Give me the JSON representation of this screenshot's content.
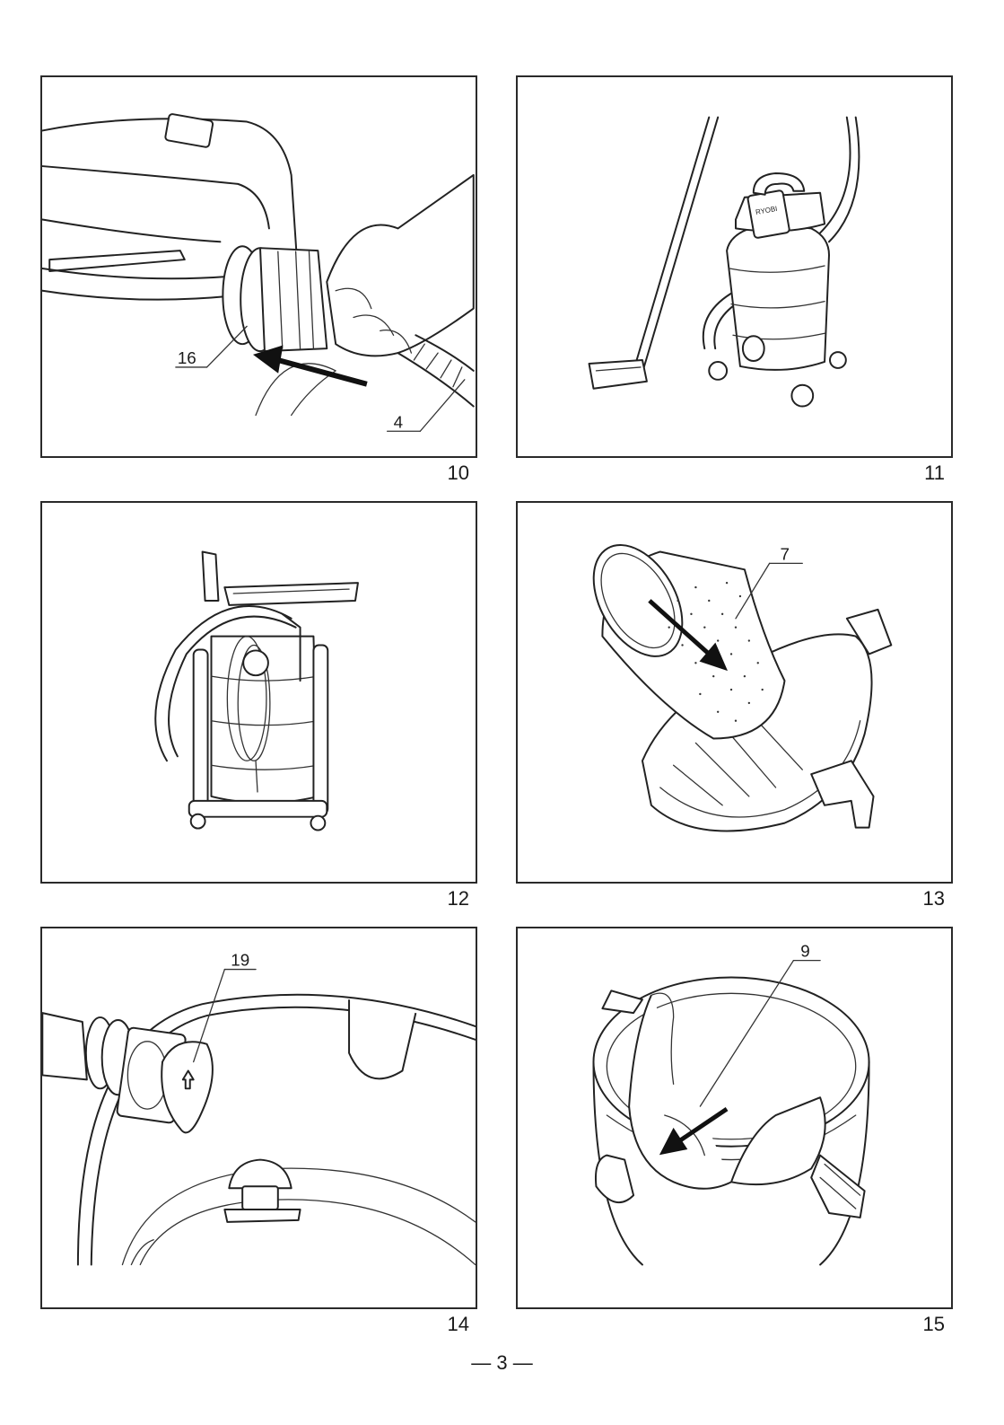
{
  "figures": [
    {
      "number": "10",
      "callouts": [
        "16",
        "4"
      ]
    },
    {
      "number": "11",
      "callouts": []
    },
    {
      "number": "12",
      "callouts": []
    },
    {
      "number": "13",
      "callouts": [
        "7"
      ]
    },
    {
      "number": "14",
      "callouts": [
        "19"
      ]
    },
    {
      "number": "15",
      "callouts": [
        "9"
      ]
    }
  ],
  "brand_mark": "RYOBI",
  "footer": {
    "page": "— 3 —"
  }
}
